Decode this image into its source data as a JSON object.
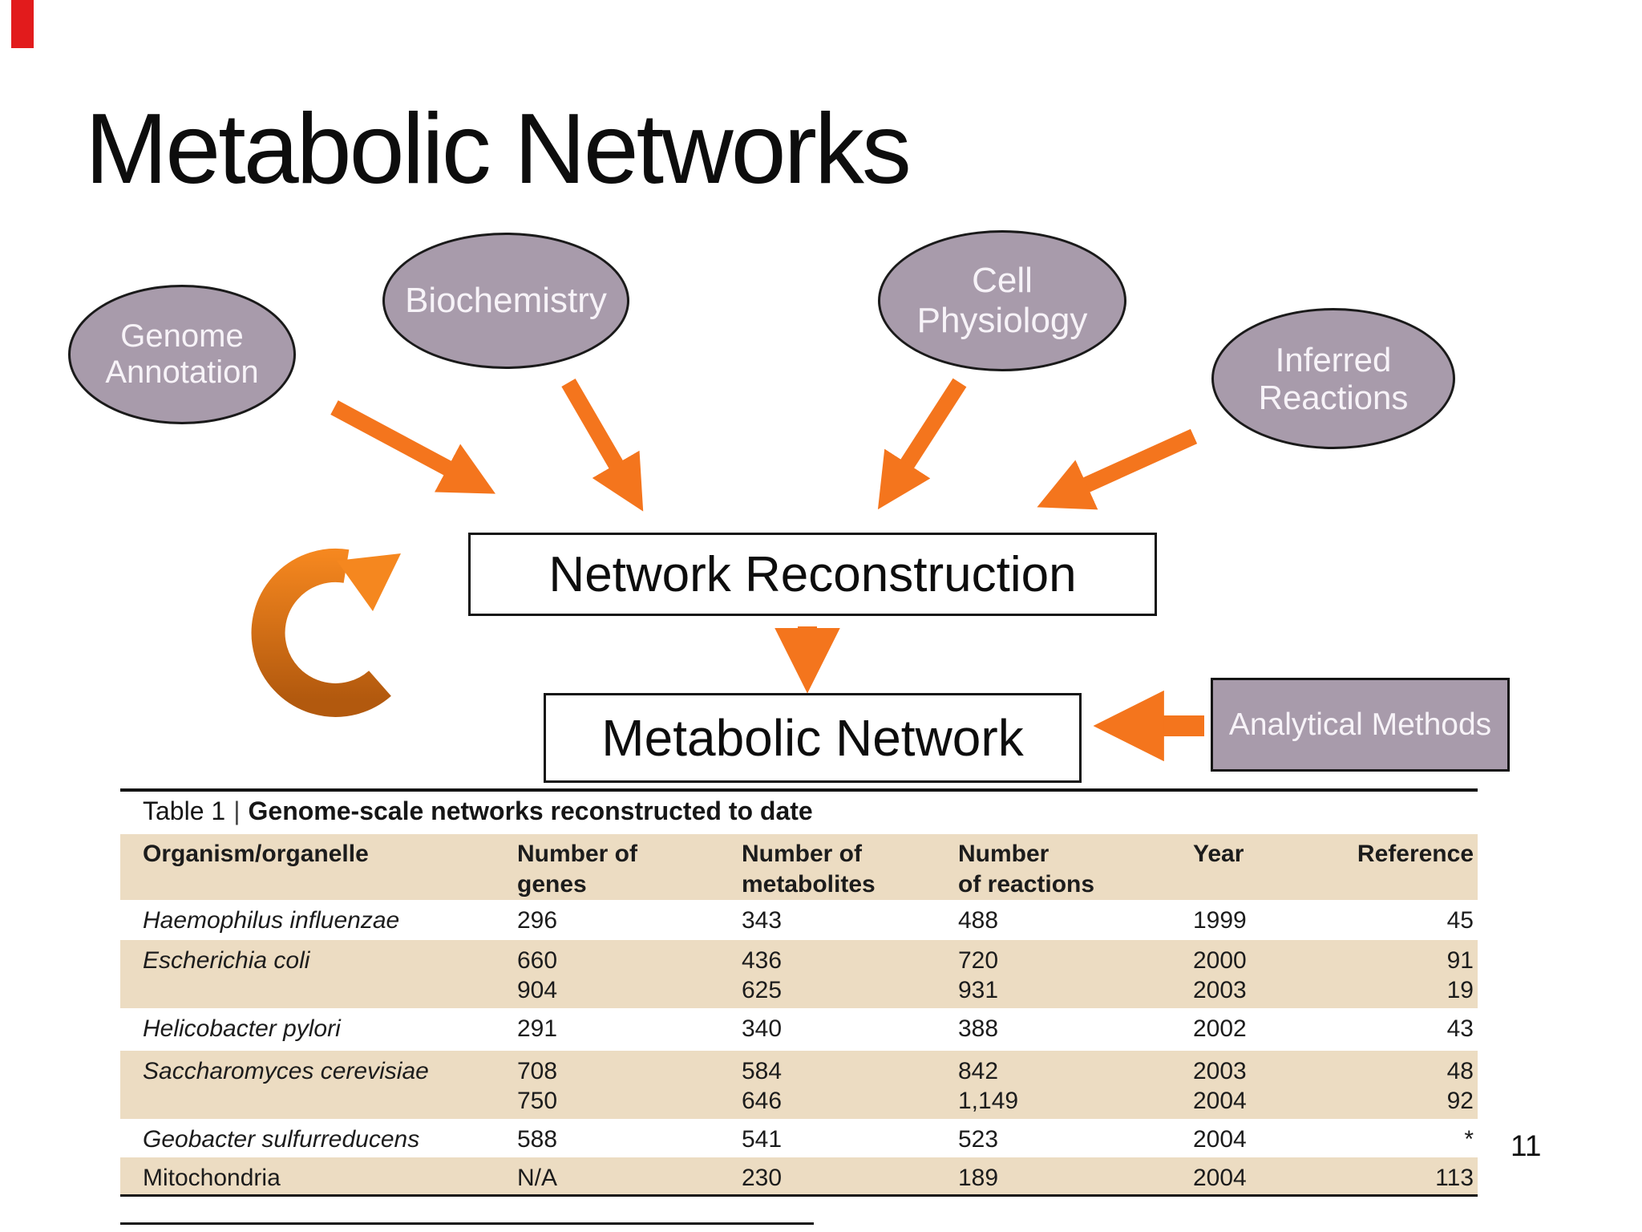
{
  "slide": {
    "title": "Metabolic Networks",
    "page_number": "11"
  },
  "colors": {
    "ellipse_fill": "#a89bab",
    "arrow_orange": "#f4751d",
    "curved_arrow_dark": "#b2590e",
    "table_band_tan": "#ecdcc2",
    "accent_bar_red": "#e21b1c"
  },
  "diagram": {
    "ellipses": [
      {
        "id": "genome-annotation",
        "lines": [
          "Genome",
          "Annotation"
        ]
      },
      {
        "id": "biochemistry",
        "lines": [
          "Biochemistry"
        ]
      },
      {
        "id": "cell-physiology",
        "lines": [
          "Cell",
          "Physiology"
        ]
      },
      {
        "id": "inferred-reactions",
        "lines": [
          "Inferred",
          "Reactions"
        ]
      }
    ],
    "boxes": [
      {
        "id": "network-reconstruction",
        "label": "Network Reconstruction"
      },
      {
        "id": "metabolic-network",
        "label": "Metabolic Network"
      },
      {
        "id": "analytical-methods",
        "label": "Analytical Methods"
      }
    ]
  },
  "table": {
    "title_prefix": "Table 1",
    "title_separator": "|",
    "title_main": "Genome-scale networks reconstructed to date",
    "columns": [
      {
        "lines": [
          "Organism/organelle"
        ]
      },
      {
        "lines": [
          "Number of",
          "genes"
        ]
      },
      {
        "lines": [
          "Number of",
          "metabolites"
        ]
      },
      {
        "lines": [
          "Number",
          "of reactions"
        ]
      },
      {
        "lines": [
          "Year"
        ]
      },
      {
        "lines": [
          "Reference"
        ]
      }
    ],
    "rows": [
      {
        "organism": "Haemophilus influenzae",
        "italic": true,
        "genes": [
          "296"
        ],
        "metabolites": [
          "343"
        ],
        "reactions": [
          "488"
        ],
        "year": [
          "1999"
        ],
        "reference": [
          "45"
        ]
      },
      {
        "organism": "Escherichia coli",
        "italic": true,
        "genes": [
          "660",
          "904"
        ],
        "metabolites": [
          "436",
          "625"
        ],
        "reactions": [
          "720",
          "931"
        ],
        "year": [
          "2000",
          "2003"
        ],
        "reference": [
          "91",
          "19"
        ]
      },
      {
        "organism": "Helicobacter pylori",
        "italic": true,
        "genes": [
          "291"
        ],
        "metabolites": [
          "340"
        ],
        "reactions": [
          "388"
        ],
        "year": [
          "2002"
        ],
        "reference": [
          "43"
        ]
      },
      {
        "organism": "Saccharomyces cerevisiae",
        "italic": true,
        "genes": [
          "708",
          "750"
        ],
        "metabolites": [
          "584",
          "646"
        ],
        "reactions": [
          "842",
          "1,149"
        ],
        "year": [
          "2003",
          "2004"
        ],
        "reference": [
          "48",
          "92"
        ]
      },
      {
        "organism": "Geobacter sulfurreducens",
        "italic": true,
        "genes": [
          "588"
        ],
        "metabolites": [
          "541"
        ],
        "reactions": [
          "523"
        ],
        "year": [
          "2004"
        ],
        "reference": [
          "*"
        ]
      },
      {
        "organism": "Mitochondria",
        "italic": false,
        "genes": [
          "N/A"
        ],
        "metabolites": [
          "230"
        ],
        "reactions": [
          "189"
        ],
        "year": [
          "2004"
        ],
        "reference": [
          "113"
        ]
      }
    ]
  }
}
